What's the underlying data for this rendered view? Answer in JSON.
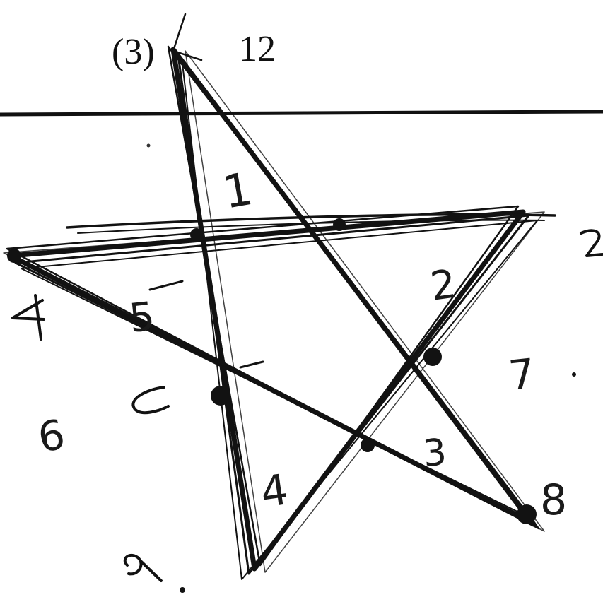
{
  "page": {
    "background_color": "#ffffff",
    "ink_color": "#121212"
  },
  "problem": {
    "number_label": "(3)",
    "value_label": "12"
  },
  "handwritten_numbers": [
    "1",
    "2",
    "3",
    "4",
    "5",
    "6",
    "7",
    "8"
  ],
  "note": "Handwritten scribbles are drawn as marks; the digits above are the visible pencil labels around the star."
}
